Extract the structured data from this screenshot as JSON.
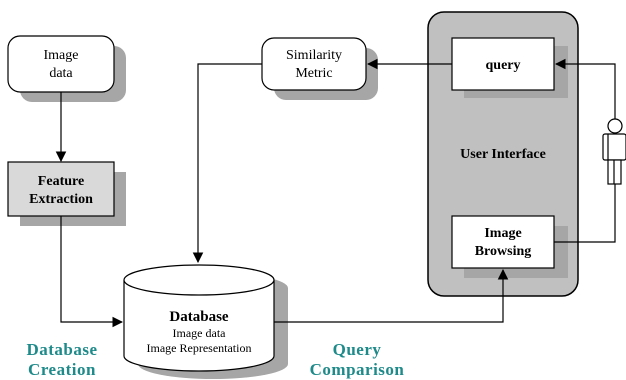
{
  "nodes": {
    "image_data": {
      "line1": "Image",
      "line2": "data"
    },
    "feature_extraction": {
      "line1": "Feature",
      "line2": "Extraction"
    },
    "similarity_metric": {
      "line1": "Similarity",
      "line2": "Metric"
    },
    "query": {
      "label": "query"
    },
    "user_interface": {
      "label": "User Interface"
    },
    "image_browsing": {
      "line1": "Image",
      "line2": "Browsing"
    },
    "database": {
      "title": "Database",
      "line1": "Image data",
      "line2": "Image Representation"
    }
  },
  "captions": {
    "database_creation": {
      "line1": "Database",
      "line2": "Creation"
    },
    "query_comparison": {
      "line1": "Query",
      "line2": "Comparison"
    }
  },
  "actor": {
    "icon": "person-icon"
  },
  "colors": {
    "shadow": "#a6a6a6",
    "panel": "#c0c0c0",
    "grey_box": "#d9d9d9",
    "caption": "#1e8a8a"
  }
}
